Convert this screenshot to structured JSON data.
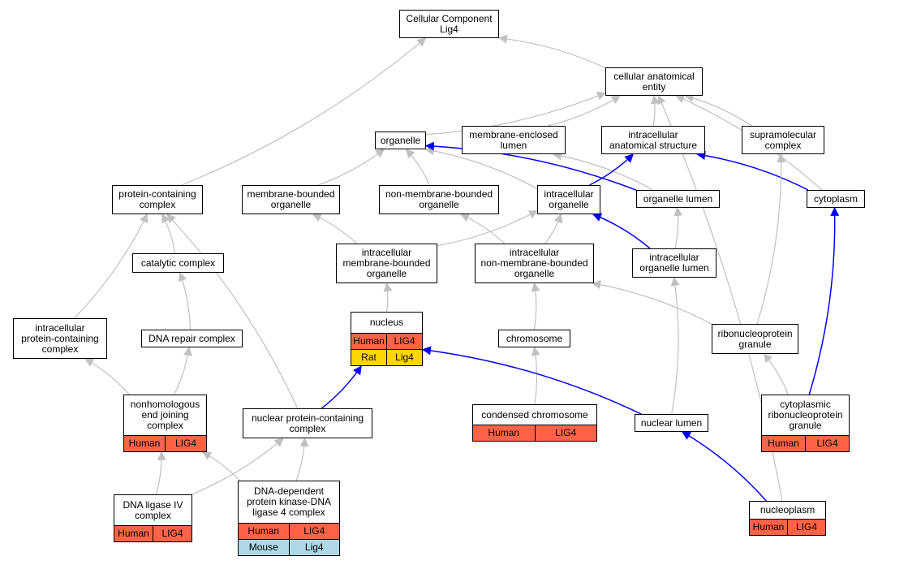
{
  "colors": {
    "Human": "#FF6347",
    "Rat": "#FFD700",
    "Mouse": "#ADD8E6",
    "edge_gray": "#C0C0C0",
    "edge_blue": "#0000FF"
  },
  "nodes": [
    {
      "id": "cc",
      "name": "node-cellular-component",
      "label": "Cellular Component\nLig4",
      "ann": []
    },
    {
      "id": "cae",
      "name": "node-cellular-anatomical-entity",
      "label": "cellular anatomical\nentity",
      "ann": []
    },
    {
      "id": "org",
      "name": "node-organelle",
      "label": "organelle",
      "ann": []
    },
    {
      "id": "mel",
      "name": "node-membrane-enclosed-lumen",
      "label": "membrane-enclosed\nlumen",
      "ann": []
    },
    {
      "id": "ias",
      "name": "node-intracellular-anatomical-structure",
      "label": "intracellular\nanatomical structure",
      "ann": []
    },
    {
      "id": "smc",
      "name": "node-supramolecular-complex",
      "label": "supramolecular\ncomplex",
      "ann": []
    },
    {
      "id": "pcc",
      "name": "node-protein-containing-complex",
      "label": "protein-containing\ncomplex",
      "ann": []
    },
    {
      "id": "mbo",
      "name": "node-membrane-bounded-organelle",
      "label": "membrane-bounded\norganelle",
      "ann": []
    },
    {
      "id": "nmbo",
      "name": "node-non-membrane-bounded-organelle",
      "label": "non-membrane-bounded\norganelle",
      "ann": []
    },
    {
      "id": "io",
      "name": "node-intracellular-organelle",
      "label": "intracellular\norganelle",
      "ann": []
    },
    {
      "id": "ol",
      "name": "node-organelle-lumen",
      "label": "organelle lumen",
      "ann": []
    },
    {
      "id": "cyto",
      "name": "node-cytoplasm",
      "label": "cytoplasm",
      "ann": []
    },
    {
      "id": "catc",
      "name": "node-catalytic-complex",
      "label": "catalytic complex",
      "ann": []
    },
    {
      "id": "imbo",
      "name": "node-intracellular-membrane-bounded-organelle",
      "label": "intracellular\nmembrane-bounded\norganelle",
      "ann": []
    },
    {
      "id": "inmbo",
      "name": "node-intracellular-non-membrane-bounded-organelle",
      "label": "intracellular\nnon-membrane-bounded\norganelle",
      "ann": []
    },
    {
      "id": "iol",
      "name": "node-intracellular-organelle-lumen",
      "label": "intracellular\norganelle lumen",
      "ann": []
    },
    {
      "id": "ipcc",
      "name": "node-intracellular-protein-containing-complex",
      "label": "intracellular\nprotein-containing\ncomplex",
      "ann": []
    },
    {
      "id": "drc",
      "name": "node-dna-repair-complex",
      "label": "DNA repair complex",
      "ann": []
    },
    {
      "id": "nuc",
      "name": "node-nucleus",
      "label": "nucleus",
      "ann": [
        [
          "Human",
          "LIG4"
        ],
        [
          "Rat",
          "Lig4"
        ]
      ]
    },
    {
      "id": "chr",
      "name": "node-chromosome",
      "label": "chromosome",
      "ann": []
    },
    {
      "id": "rnpg",
      "name": "node-ribonucleoprotein-granule",
      "label": "ribonucleoprotein\ngranule",
      "ann": []
    },
    {
      "id": "nhej",
      "name": "node-nonhomologous-end-joining-complex",
      "label": "nonhomologous\nend joining\ncomplex",
      "ann": [
        [
          "Human",
          "LIG4"
        ]
      ]
    },
    {
      "id": "npcc",
      "name": "node-nuclear-protein-containing-complex",
      "label": "nuclear protein-containing\ncomplex",
      "ann": []
    },
    {
      "id": "cchr",
      "name": "node-condensed-chromosome",
      "label": "condensed chromosome",
      "ann": [
        [
          "Human",
          "LIG4"
        ]
      ]
    },
    {
      "id": "nl",
      "name": "node-nuclear-lumen",
      "label": "nuclear lumen",
      "ann": []
    },
    {
      "id": "crnpg",
      "name": "node-cytoplasmic-ribonucleoprotein-granule",
      "label": "cytoplasmic\nribonucleoprotein\ngranule",
      "ann": [
        [
          "Human",
          "LIG4"
        ]
      ]
    },
    {
      "id": "lig4c",
      "name": "node-dna-ligase-iv-complex",
      "label": "DNA ligase IV\ncomplex",
      "ann": [
        [
          "Human",
          "LIG4"
        ]
      ]
    },
    {
      "id": "dnapk",
      "name": "node-dna-pk-dna-ligase-4-complex",
      "label": "DNA-dependent\nprotein kinase-DNA\nligase 4 complex",
      "ann": [
        [
          "Human",
          "LIG4"
        ],
        [
          "Mouse",
          "Lig4"
        ]
      ]
    },
    {
      "id": "np",
      "name": "node-nucleoplasm",
      "label": "nucleoplasm",
      "ann": [
        [
          "Human",
          "LIG4"
        ]
      ]
    }
  ],
  "edges": [
    {
      "from": "cae",
      "to": "cc",
      "kind": "is_a"
    },
    {
      "from": "pcc",
      "to": "cc",
      "kind": "is_a"
    },
    {
      "from": "org",
      "to": "cae",
      "kind": "is_a"
    },
    {
      "from": "mel",
      "to": "cae",
      "kind": "is_a"
    },
    {
      "from": "ias",
      "to": "cae",
      "kind": "is_a"
    },
    {
      "from": "smc",
      "to": "cae",
      "kind": "is_a"
    },
    {
      "from": "cyto",
      "to": "cae",
      "kind": "is_a"
    },
    {
      "from": "np",
      "to": "cae",
      "kind": "is_a"
    },
    {
      "from": "mbo",
      "to": "org",
      "kind": "is_a"
    },
    {
      "from": "nmbo",
      "to": "org",
      "kind": "is_a"
    },
    {
      "from": "io",
      "to": "org",
      "kind": "is_a"
    },
    {
      "from": "ol",
      "to": "org",
      "kind": "part_of"
    },
    {
      "from": "ol",
      "to": "mel",
      "kind": "is_a"
    },
    {
      "from": "io",
      "to": "ias",
      "kind": "part_of"
    },
    {
      "from": "cyto",
      "to": "ias",
      "kind": "part_of"
    },
    {
      "from": "catc",
      "to": "pcc",
      "kind": "is_a"
    },
    {
      "from": "ipcc",
      "to": "pcc",
      "kind": "is_a"
    },
    {
      "from": "npcc",
      "to": "pcc",
      "kind": "is_a"
    },
    {
      "from": "imbo",
      "to": "mbo",
      "kind": "is_a"
    },
    {
      "from": "imbo",
      "to": "io",
      "kind": "is_a"
    },
    {
      "from": "inmbo",
      "to": "nmbo",
      "kind": "is_a"
    },
    {
      "from": "inmbo",
      "to": "io",
      "kind": "is_a"
    },
    {
      "from": "iol",
      "to": "ol",
      "kind": "is_a"
    },
    {
      "from": "iol",
      "to": "io",
      "kind": "part_of"
    },
    {
      "from": "drc",
      "to": "catc",
      "kind": "is_a"
    },
    {
      "from": "nuc",
      "to": "imbo",
      "kind": "is_a"
    },
    {
      "from": "chr",
      "to": "inmbo",
      "kind": "is_a"
    },
    {
      "from": "rnpg",
      "to": "inmbo",
      "kind": "is_a"
    },
    {
      "from": "rnpg",
      "to": "smc",
      "kind": "is_a"
    },
    {
      "from": "nhej",
      "to": "ipcc",
      "kind": "is_a"
    },
    {
      "from": "nhej",
      "to": "drc",
      "kind": "is_a"
    },
    {
      "from": "npcc",
      "to": "nuc",
      "kind": "part_of"
    },
    {
      "from": "cchr",
      "to": "chr",
      "kind": "is_a"
    },
    {
      "from": "nl",
      "to": "iol",
      "kind": "is_a"
    },
    {
      "from": "nl",
      "to": "nuc",
      "kind": "part_of"
    },
    {
      "from": "crnpg",
      "to": "rnpg",
      "kind": "is_a"
    },
    {
      "from": "crnpg",
      "to": "cyto",
      "kind": "part_of"
    },
    {
      "from": "lig4c",
      "to": "nhej",
      "kind": "is_a"
    },
    {
      "from": "lig4c",
      "to": "npcc",
      "kind": "is_a"
    },
    {
      "from": "dnapk",
      "to": "nhej",
      "kind": "is_a"
    },
    {
      "from": "dnapk",
      "to": "npcc",
      "kind": "is_a"
    },
    {
      "from": "np",
      "to": "nl",
      "kind": "part_of"
    }
  ]
}
